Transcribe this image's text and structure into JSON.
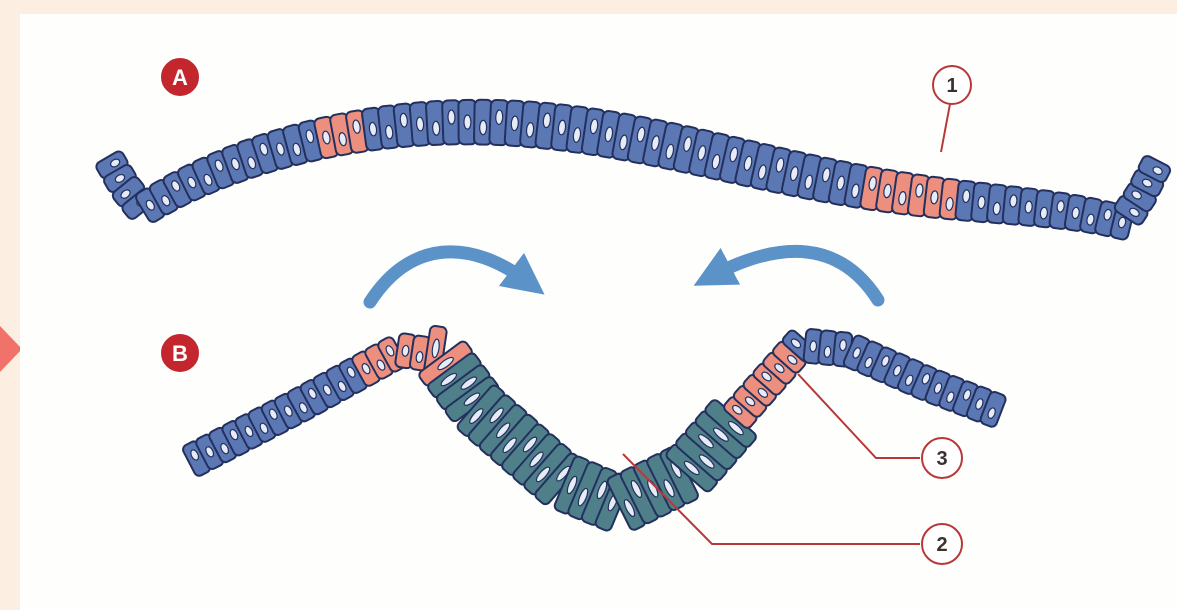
{
  "panel_labels": {
    "a": "A",
    "b": "B"
  },
  "callouts": {
    "one": "1",
    "two": "2",
    "three": "3"
  },
  "colors": {
    "background": "#fdeee2",
    "panel": "#fefefc",
    "pointer": "#f0726a",
    "badge": "#c4262e",
    "epithelium_blue": "#5c78b4",
    "cell_outline": "#23305e",
    "nucleus": "#e6ebf6",
    "neural_plate_pink": "#ec8f7f",
    "neural_plate_teal": "#4f8089",
    "arrow": "#5b93c9",
    "callout_line": "#b83838"
  },
  "icons": {
    "arrows": "curved-arrow-icon"
  }
}
